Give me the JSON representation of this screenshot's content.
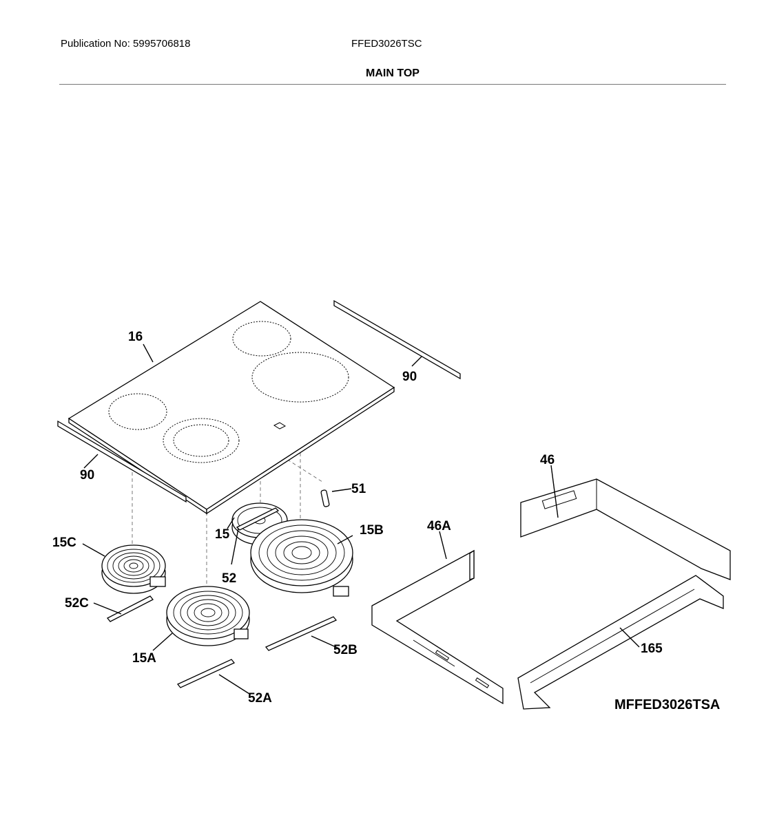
{
  "header": {
    "publication": "Publication No: 5995706818",
    "model": "FFED3026TSC",
    "section_title": "MAIN TOP"
  },
  "diagram": {
    "callouts": {
      "c16": "16",
      "c90_right": "90",
      "c90_left": "90",
      "c51": "51",
      "c15": "15",
      "c52": "52",
      "c15B": "15B",
      "c15C": "15C",
      "c52C": "52C",
      "c15A": "15A",
      "c52A": "52A",
      "c52B": "52B",
      "c46": "46",
      "c46A": "46A",
      "c165": "165"
    },
    "diagram_code": "MFFED3026TSA"
  }
}
